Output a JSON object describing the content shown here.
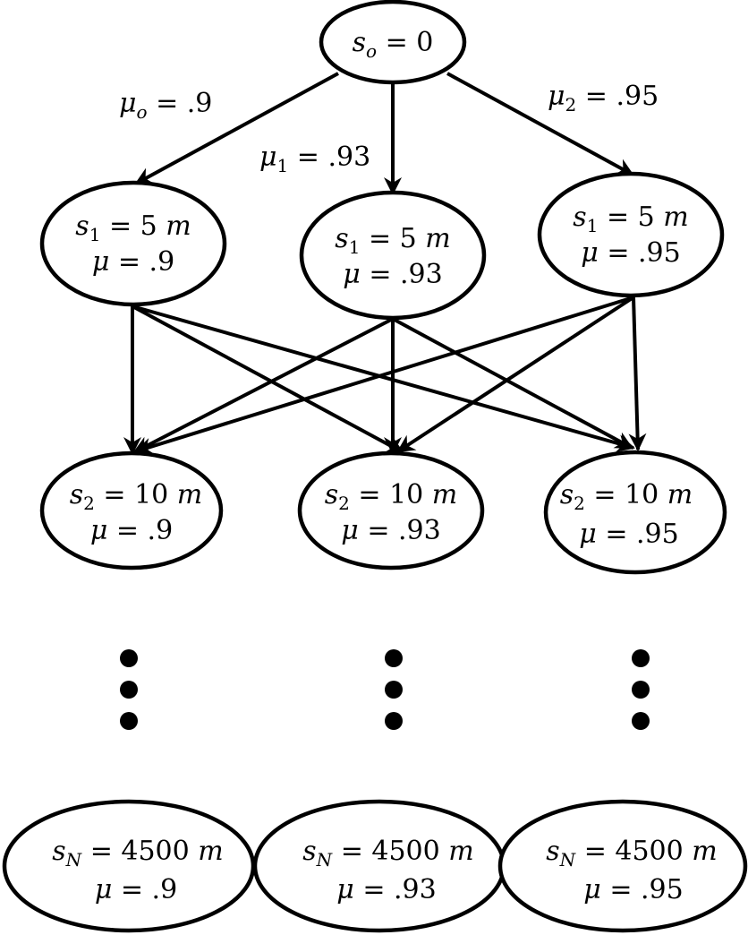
{
  "root": {
    "line1": {
      "var": "s",
      "sub": "o",
      "rest": " = 0"
    }
  },
  "edges_top": [
    {
      "var": "μ",
      "sub": "o",
      "rest": " =  .9"
    },
    {
      "var": "μ",
      "sub": "1",
      "rest": " =  .93"
    },
    {
      "var": "μ",
      "sub": "2",
      "rest": " =  .95"
    }
  ],
  "rows": [
    {
      "nodes": [
        {
          "line1": {
            "var": "s",
            "sub": "1",
            "rest": " = 5 ",
            "unit": "m"
          },
          "line2": {
            "var": "μ",
            "rest": " = .9"
          }
        },
        {
          "line1": {
            "var": "s",
            "sub": "1",
            "rest": " = 5 ",
            "unit": "m"
          },
          "line2": {
            "var": "μ",
            "rest": " = .93"
          }
        },
        {
          "line1": {
            "var": "s",
            "sub": "1",
            "rest": " = 5 ",
            "unit": "m"
          },
          "line2": {
            "var": "μ",
            "rest": " = .95"
          }
        }
      ]
    },
    {
      "nodes": [
        {
          "line1": {
            "var": "s",
            "sub": "2",
            "rest": " = 10 ",
            "unit": "m"
          },
          "line2": {
            "var": "μ",
            "rest": " = .9"
          }
        },
        {
          "line1": {
            "var": "s",
            "sub": "2",
            "rest": " = 10 ",
            "unit": "m"
          },
          "line2": {
            "var": "μ",
            "rest": " = .93"
          }
        },
        {
          "line1": {
            "var": "s",
            "sub": "2",
            "rest": " = 10 ",
            "unit": "m"
          },
          "line2": {
            "var": "μ",
            "rest": " = .95"
          }
        }
      ]
    },
    {
      "nodes": [
        {
          "line1": {
            "var": "s",
            "sub": "N",
            "rest": " = 4500 ",
            "unit": "m"
          },
          "line2": {
            "var": "μ",
            "rest": " = .9"
          }
        },
        {
          "line1": {
            "var": "s",
            "sub": "N",
            "rest": " = 4500 ",
            "unit": "m"
          },
          "line2": {
            "var": "μ",
            "rest": " = .93"
          }
        },
        {
          "line1": {
            "var": "s",
            "sub": "N",
            "rest": " = 4500 ",
            "unit": "m"
          },
          "line2": {
            "var": "μ",
            "rest": " = .95"
          }
        }
      ]
    }
  ]
}
